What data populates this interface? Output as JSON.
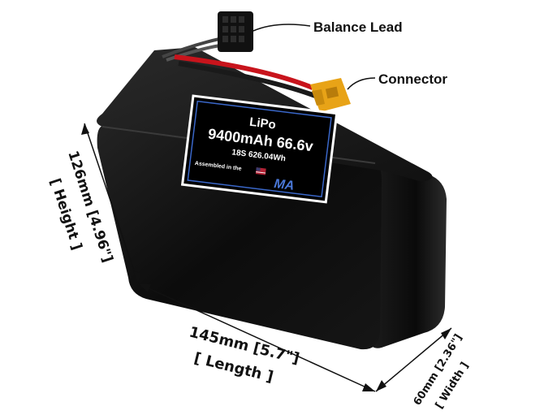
{
  "callouts": {
    "balance_lead": "Balance Lead",
    "connector": "Connector"
  },
  "sticker": {
    "chemistry": "LiPo",
    "capacity_voltage": "9400mAh 66.6v",
    "config_energy": "18S 626.04Wh",
    "assembled": "Assembled in the",
    "logo": "MA"
  },
  "dimensions": {
    "height_value": "126mm [4.96\"]",
    "height_label": "[ Height ]",
    "length_value": "145mm [5.7\"]",
    "length_label": "[ Length ]",
    "width_value": "60mm [2.36\"]",
    "width_label": "[ Width ]"
  },
  "colors": {
    "battery_body": "#0d0d0d",
    "sticker_bg": "#000000",
    "sticker_border": "#3a67c9",
    "connector": "#e8a317",
    "red_wire": "#c8141c"
  }
}
